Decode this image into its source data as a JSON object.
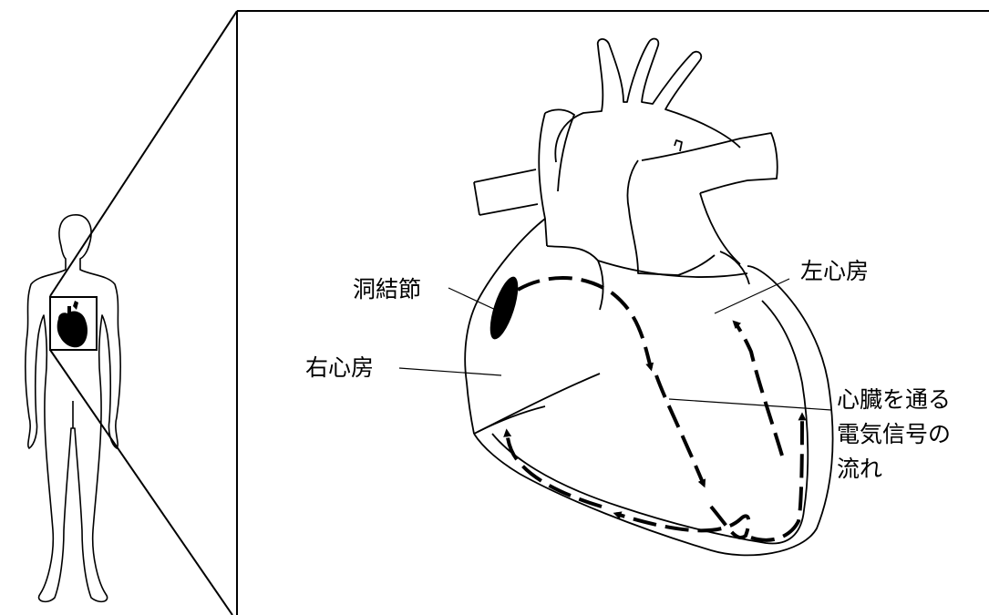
{
  "labels": {
    "sinus_node": "洞結節",
    "right_atrium": "右心房",
    "left_atrium": "左心房",
    "signal_flow": [
      "心臓を通る",
      "電気信号の",
      "流れ"
    ]
  },
  "colors": {
    "line": "#000000",
    "background": "#ffffff",
    "fill": "#000000"
  }
}
